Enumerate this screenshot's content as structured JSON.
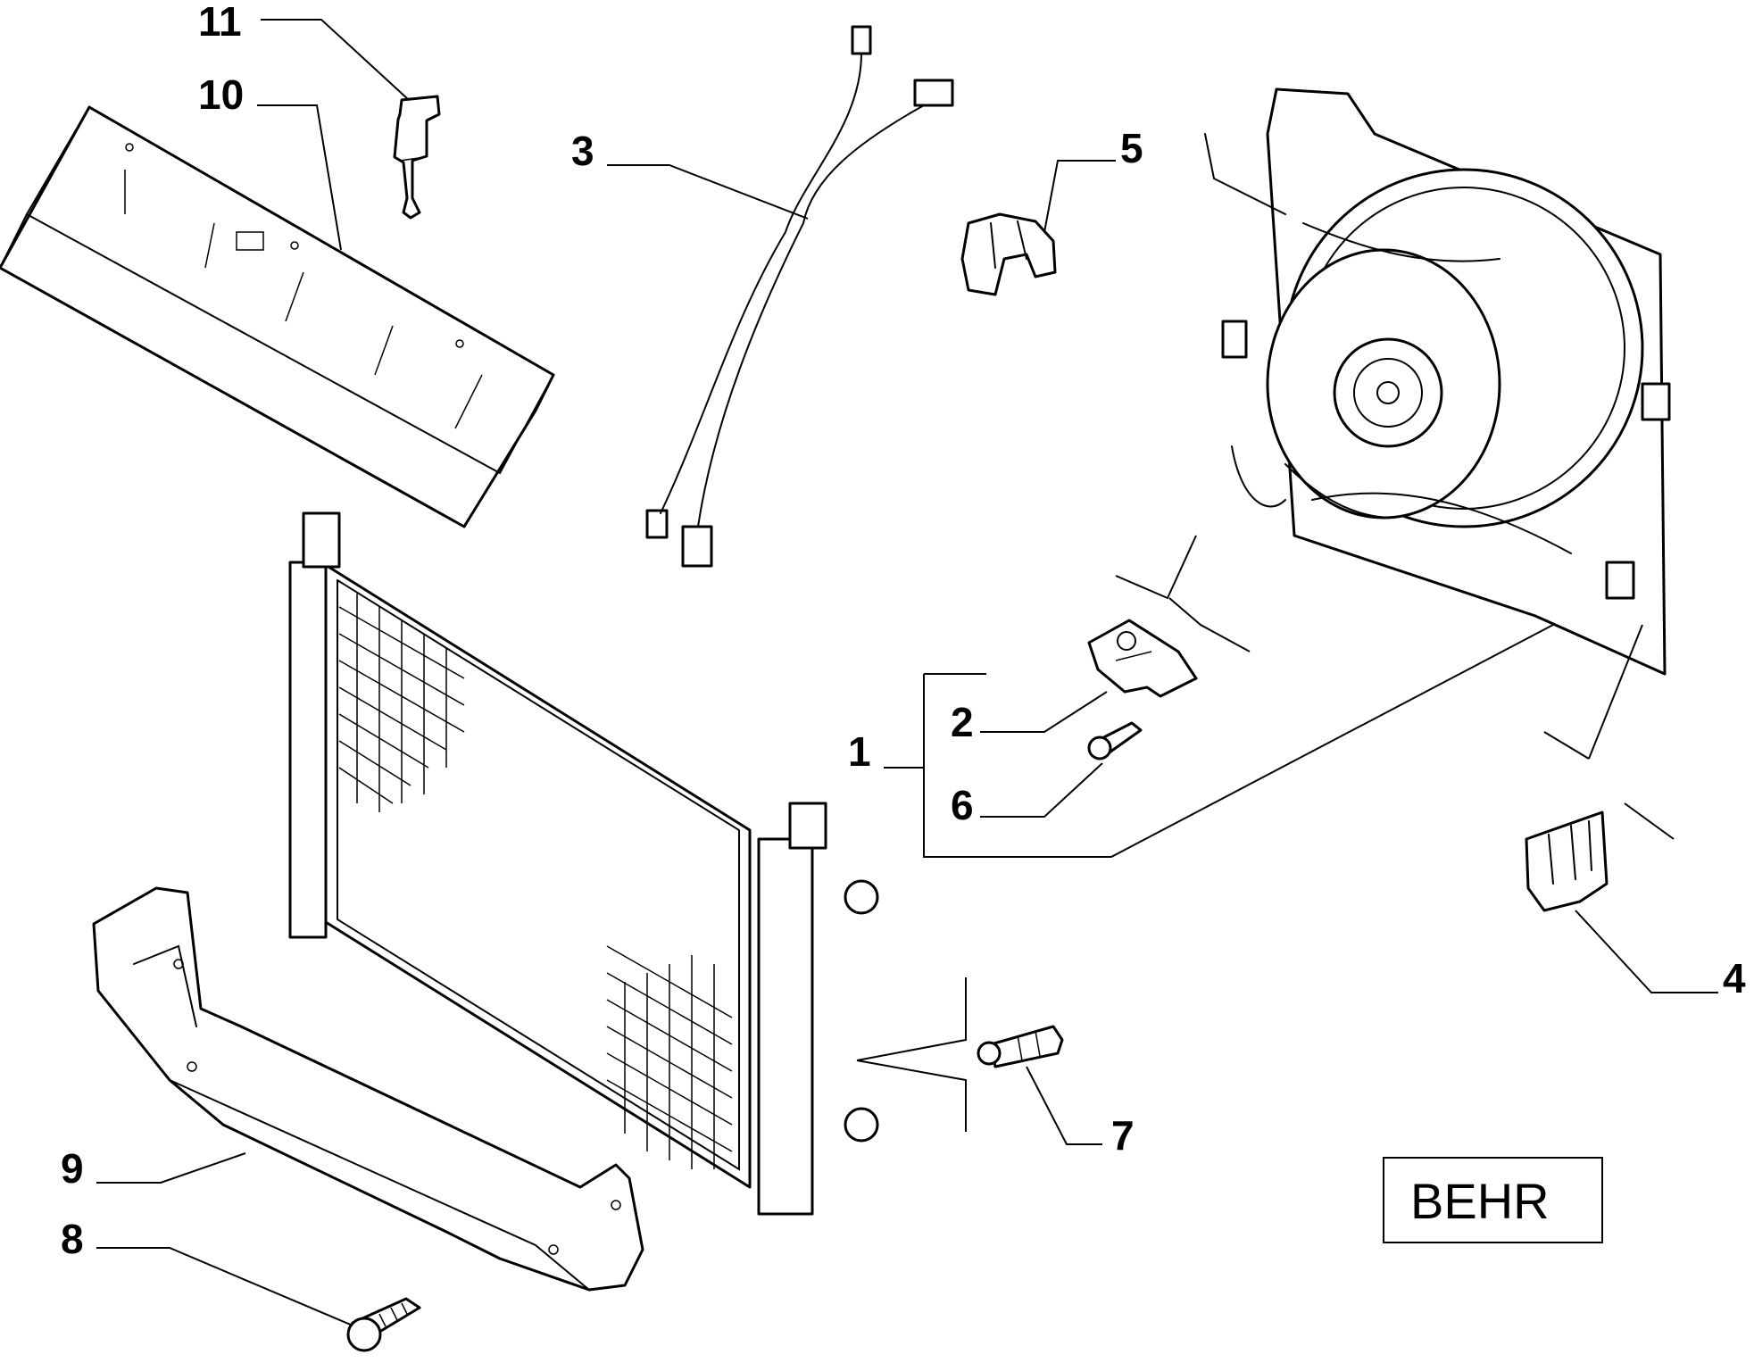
{
  "callouts": {
    "c1": "1",
    "c2": "2",
    "c3": "3",
    "c4": "4",
    "c5": "5",
    "c6": "6",
    "c7": "7",
    "c8": "8",
    "c9": "9",
    "c10": "10",
    "c11": "11"
  },
  "manufacturer_label": "BEHR"
}
